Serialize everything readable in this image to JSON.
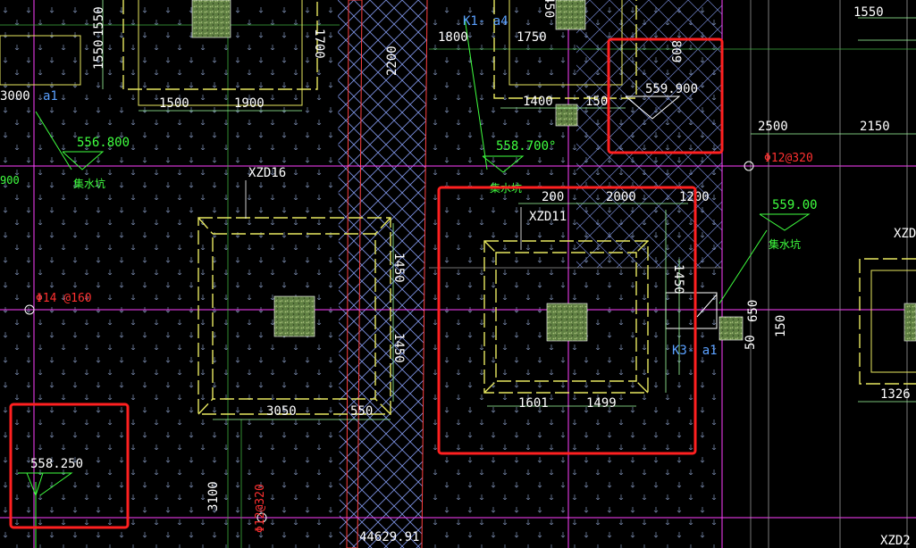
{
  "drawing": {
    "colors": {
      "background": "#000000",
      "dimension": "#ffffff",
      "pit_outline": "#e8e860",
      "elevation": "#3fff3f",
      "rebar": "#ff3030",
      "axis": "#ff40ff",
      "hatch": "#8fa8ff",
      "highlight": "#ff2020",
      "column_fill": "#6f8f4a"
    },
    "dimensions": {
      "d1550_top_left": "1550",
      "d1550_left": "1550",
      "d1500": "1500",
      "d1900": "1900",
      "d1700": "1700",
      "d2200": "2200",
      "d1800": "1800",
      "d1750": "1750",
      "d1400": "1400",
      "d150": "150",
      "d809": "809",
      "d1550_right": "1550",
      "d2500": "2500",
      "d2150": "2150",
      "d200": "200",
      "d2000": "2000",
      "d1200": "1200",
      "d1450_right": "1450",
      "d1450_center": "1450",
      "d1450_center2": "1450",
      "d3050": "3050",
      "d550": "550",
      "d1601": "1601",
      "d1499": "1499",
      "d650": "650",
      "d150b": "150",
      "d50": "50",
      "d1326": "1326",
      "d3100": "3100",
      "d3000": "3000",
      "d900": "900",
      "d450_top": "450"
    },
    "labels": {
      "xzd16": "XZD16",
      "xzd11": "XZD11",
      "xzd_right": "XZD",
      "xzd_bottom": "XZD2",
      "k1": "K1-  a4",
      "a1_left": "a1",
      "a1_right": "K3-  a1"
    },
    "elevations": {
      "e556800": "556.800",
      "e558700": "558.700°",
      "e559900": "559.900",
      "e55900": "559.00",
      "e558250": "558.250",
      "e44629": "44629.91"
    },
    "pit_notes": {
      "p1": "集水坑",
      "p2": "集水坑",
      "p3": "集水坑"
    },
    "rebar": {
      "r1": "Φ14 @160",
      "r2": "Φ12@320",
      "r3": "Φ12@320"
    }
  }
}
